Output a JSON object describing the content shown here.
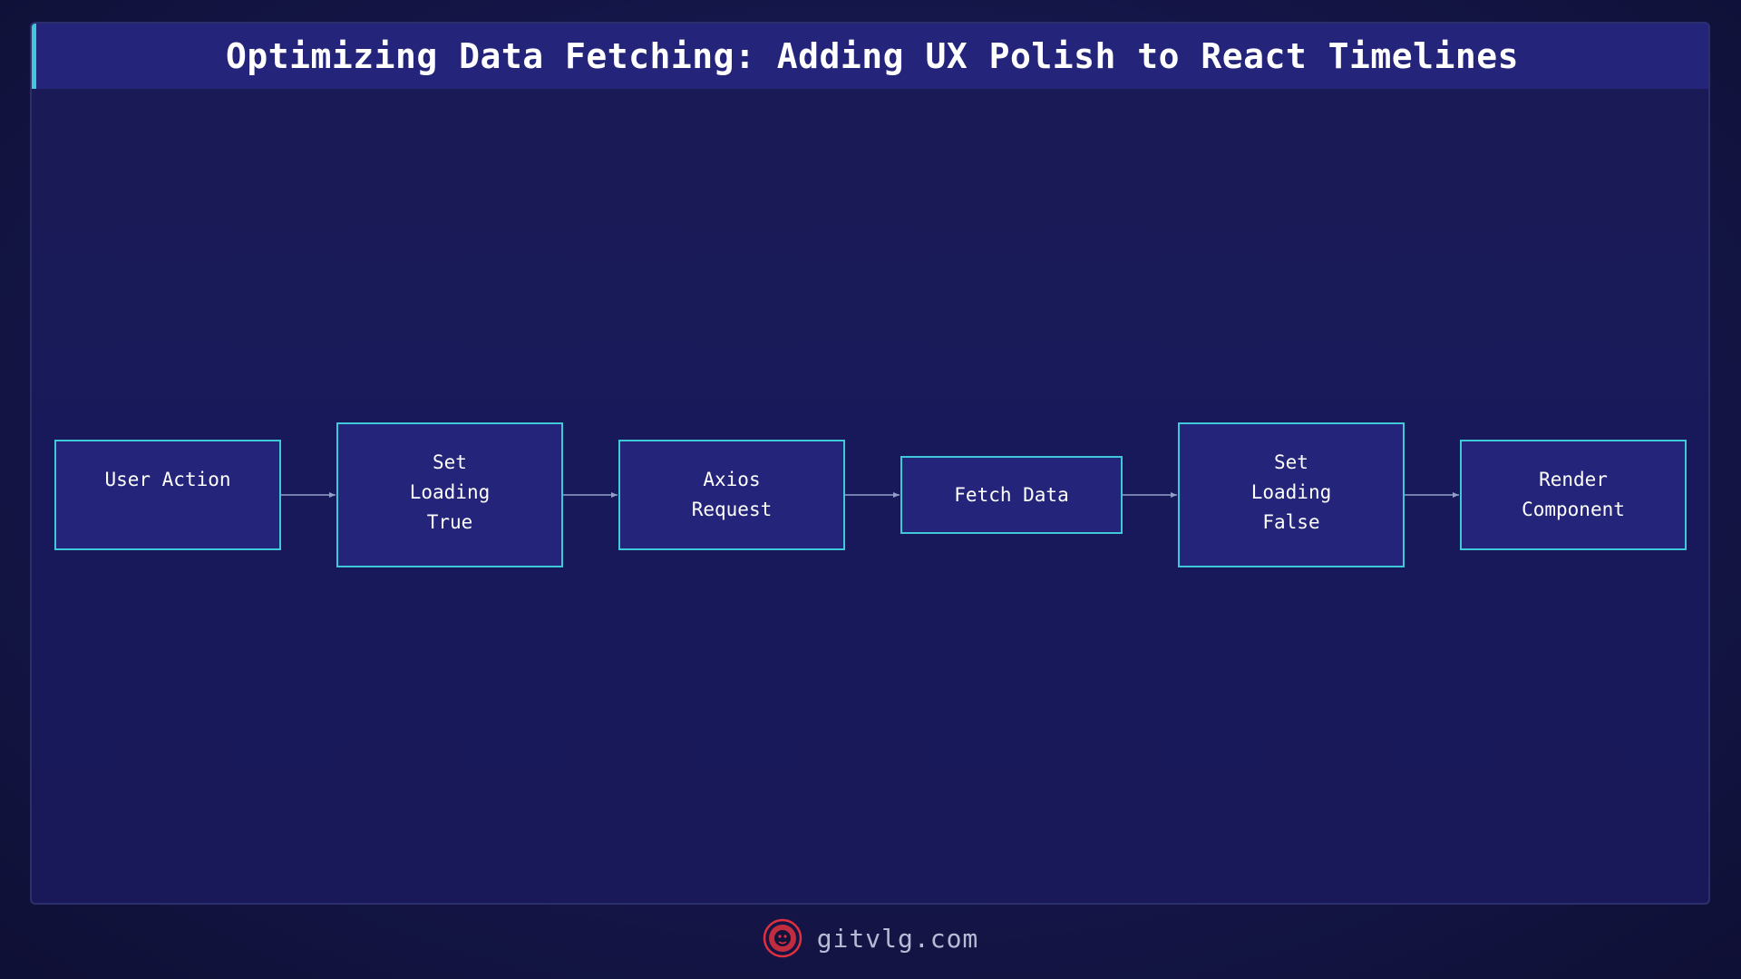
{
  "title": "Optimizing Data Fetching: Adding UX Polish to React Timelines",
  "nodes": [
    {
      "id": "user-action",
      "label": "User Action"
    },
    {
      "id": "set-loading-true",
      "label": "Set\nLoading\nTrue"
    },
    {
      "id": "axios-request",
      "label": "Axios\nRequest"
    },
    {
      "id": "fetch-data",
      "label": "Fetch Data"
    },
    {
      "id": "set-loading-false",
      "label": "Set\nLoading\nFalse"
    },
    {
      "id": "render-component",
      "label": "Render\nComponent"
    }
  ],
  "edges": [
    {
      "from": "user-action",
      "to": "set-loading-true"
    },
    {
      "from": "set-loading-true",
      "to": "axios-request"
    },
    {
      "from": "axios-request",
      "to": "fetch-data"
    },
    {
      "from": "fetch-data",
      "to": "set-loading-false"
    },
    {
      "from": "set-loading-false",
      "to": "render-component"
    }
  ],
  "footer": {
    "brand": "gitvlg.com",
    "logo_icon": "lion-logo-icon"
  },
  "colors": {
    "node_fill": "#23247a",
    "node_border": "#3fc8d8",
    "accent": "#3fc8d8",
    "logo": "#e0303e"
  }
}
